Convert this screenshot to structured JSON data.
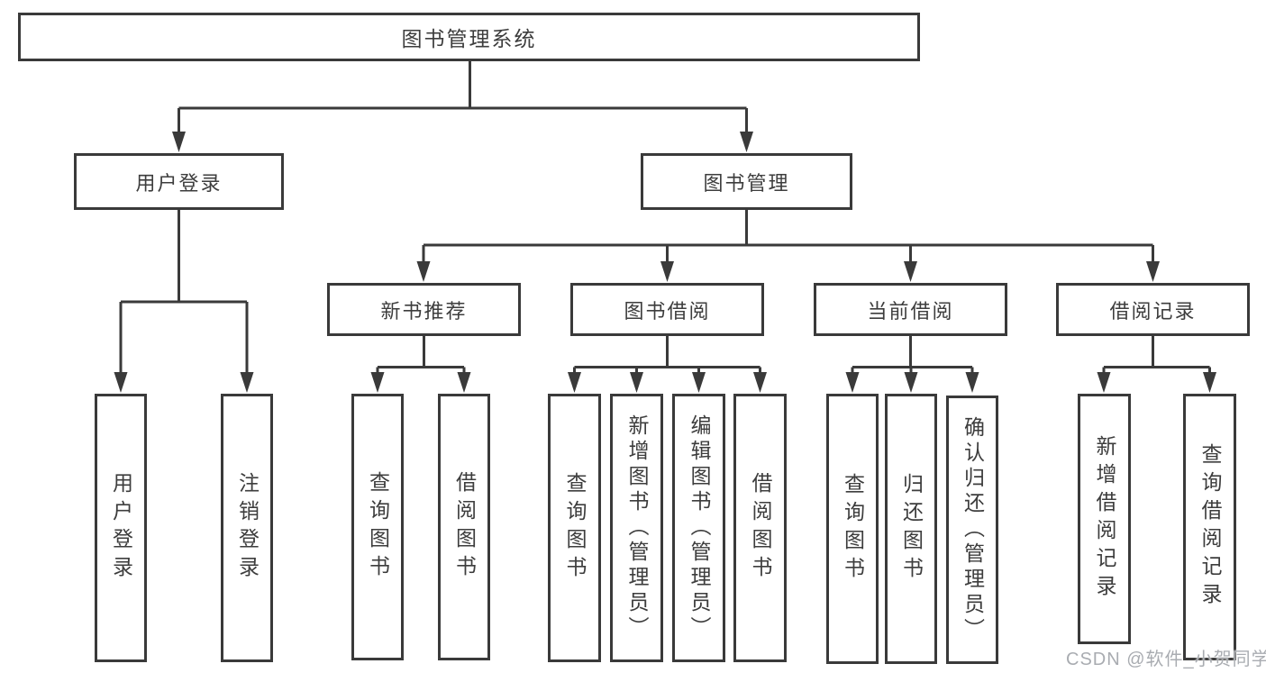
{
  "diagram_type": "hierarchy-tree",
  "colors": {
    "line": "#3a3a3a",
    "box_border": "#3a3a3a",
    "text": "#3d3d3d",
    "background": "#ffffff",
    "watermark": "#a9acb1"
  },
  "tree": {
    "root": {
      "label": "图书管理系统",
      "children": [
        {
          "label": "用户登录",
          "children": [
            {
              "label": "用户登录"
            },
            {
              "label": "注销登录"
            }
          ]
        },
        {
          "label": "图书管理",
          "children": [
            {
              "label": "新书推荐",
              "children": [
                {
                  "label": "查询图书"
                },
                {
                  "label": "借阅图书"
                }
              ]
            },
            {
              "label": "图书借阅",
              "children": [
                {
                  "label": "查询图书"
                },
                {
                  "label": "新增图书（管理员）"
                },
                {
                  "label": "编辑图书（管理员）"
                },
                {
                  "label": "借阅图书"
                }
              ]
            },
            {
              "label": "当前借阅",
              "children": [
                {
                  "label": "查询图书"
                },
                {
                  "label": "归还图书"
                },
                {
                  "label": "确认归还（管理员）"
                }
              ]
            },
            {
              "label": "借阅记录",
              "children": [
                {
                  "label": "新增借阅记录"
                },
                {
                  "label": "查询借阅记录"
                }
              ]
            }
          ]
        }
      ]
    }
  },
  "watermark": "CSDN @软件_小贺同学"
}
